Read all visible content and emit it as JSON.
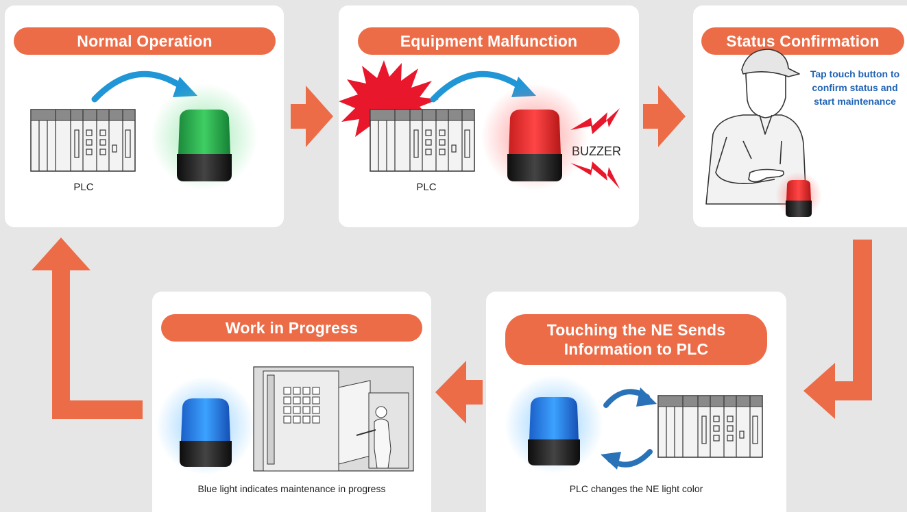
{
  "colors": {
    "accent": "#ec6c48",
    "note_blue": "#1f63b4",
    "flow_arrow": "#2196d6",
    "cycle_arrow": "#2a72b8"
  },
  "panels": {
    "normal": {
      "title": "Normal Operation",
      "plc_label": "PLC",
      "light_color": "green"
    },
    "malfunction": {
      "title": "Equipment Malfunction",
      "plc_label": "PLC",
      "buzzer_label": "BUZZER",
      "light_color": "red"
    },
    "status": {
      "title": "Status Confirmation",
      "note": [
        "Tap touch button to",
        "confirm status and",
        "start maintenance"
      ],
      "light_color": "red"
    },
    "touching": {
      "title": [
        "Touching the NE Sends",
        "Information to PLC"
      ],
      "caption": "PLC changes the NE light color",
      "light_color": "blue"
    },
    "work": {
      "title": "Work in Progress",
      "caption": "Blue light indicates maintenance in progress",
      "light_color": "blue"
    }
  },
  "icons": [
    "plc-module-icon",
    "signal-tower-light-icon",
    "explosion-burst-icon",
    "buzzer-lightning-icon",
    "technician-illustration",
    "machine-maintenance-illustration",
    "cycle-arrows-icon",
    "flow-arrow-icon"
  ]
}
